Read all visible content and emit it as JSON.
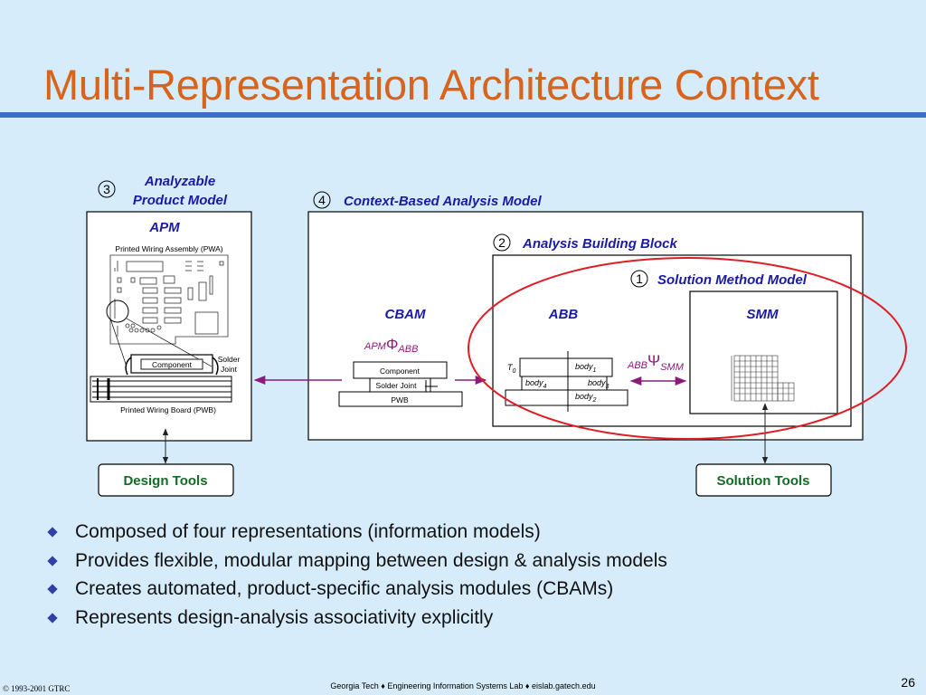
{
  "slide": {
    "title": "Multi-Representation Architecture Context",
    "page_number": "26"
  },
  "diagram": {
    "apm": {
      "number": "3",
      "label_line1": "Analyzable",
      "label_line2": "Product Model",
      "title": "APM",
      "pwa_label": "Printed Wiring Assembly (PWA)",
      "component_label": "Component",
      "solder_label_line1": "Solder",
      "solder_label_line2": "Joint",
      "pwb_label": "Printed Wiring Board (PWB)"
    },
    "context": {
      "number": "4",
      "label": "Context-Based Analysis Model"
    },
    "abb_block": {
      "number": "2",
      "label": "Analysis Building Block"
    },
    "smm_block": {
      "number": "1",
      "label": "Solution Method Model"
    },
    "cbam": {
      "title": "CBAM",
      "map_prefix": "APM",
      "map_symbol": "Φ",
      "map_suffix": "ABB",
      "component": "Component",
      "solder": "Solder Joint",
      "pwb": "PWB"
    },
    "abb": {
      "title": "ABB",
      "t0": "T",
      "t0_sub": "0",
      "body1": "body",
      "body1_sub": "1",
      "body3": "body",
      "body3_sub": "3",
      "body4": "body",
      "body4_sub": "4",
      "body2": "body",
      "body2_sub": "2",
      "map_prefix": "ABB",
      "map_symbol": "Ψ",
      "map_suffix": "SMM"
    },
    "smm": {
      "title": "SMM"
    },
    "tools": {
      "design": "Design Tools",
      "solution": "Solution Tools"
    }
  },
  "bullets": [
    "Composed of four representations (information models)",
    "Provides flexible, modular mapping between design & analysis models",
    "Creates automated, product-specific analysis modules (CBAMs)",
    "Represents design-analysis associativity explicitly"
  ],
  "footer": {
    "copyright": "© 1993-2001 GTRC",
    "center": "Georgia Tech  ♦ Engineering Information Systems Lab ♦ eislab.gatech.edu"
  },
  "colors": {
    "title": "#d8641c",
    "rule": "#3b6ec4",
    "label_blue": "#1b1ba0",
    "tool_green": "#136b25",
    "arrow": "#8a1b7c",
    "ellipse": "#e01c24",
    "background": "#d6ecfa"
  }
}
